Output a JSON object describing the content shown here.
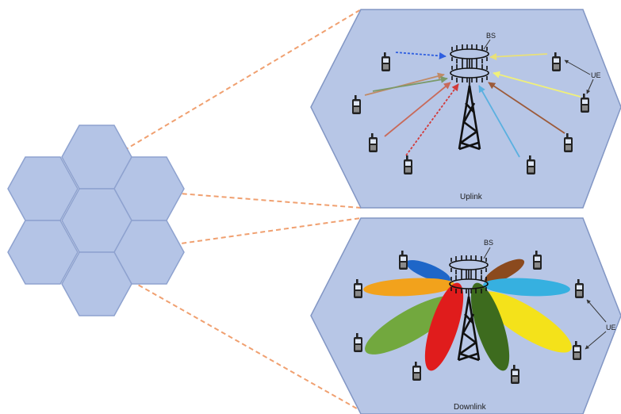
{
  "figure": {
    "uplink_panel": {
      "caption": "Uplink",
      "bs_label": "BS",
      "ue_label": "UE",
      "link_colors": [
        "#2f5fe0",
        "#e8e07a",
        "#c08a66",
        "#f0f07a",
        "#c86a5a",
        "#9c5a3a",
        "#7a9a6a",
        "#5ab0e0",
        "#d23a3a",
        "#5a9fd8"
      ]
    },
    "downlink_panel": {
      "caption": "Downlink",
      "bs_label": "BS",
      "ue_label": "UE",
      "beam_colors": [
        "#1e66c8",
        "#8b4a1e",
        "#f2a21c",
        "#36b0e0",
        "#72a83e",
        "#f4e21a",
        "#e01c1c",
        "#3d6b1e"
      ]
    },
    "colors": {
      "cell_fill": "#b4c4e6",
      "cell_stroke": "#8ea2cf",
      "panel_fill": "#b7c6e6",
      "panel_stroke": "#8296c4",
      "zoom_dash": "#f0a070",
      "device": "#222222"
    }
  }
}
